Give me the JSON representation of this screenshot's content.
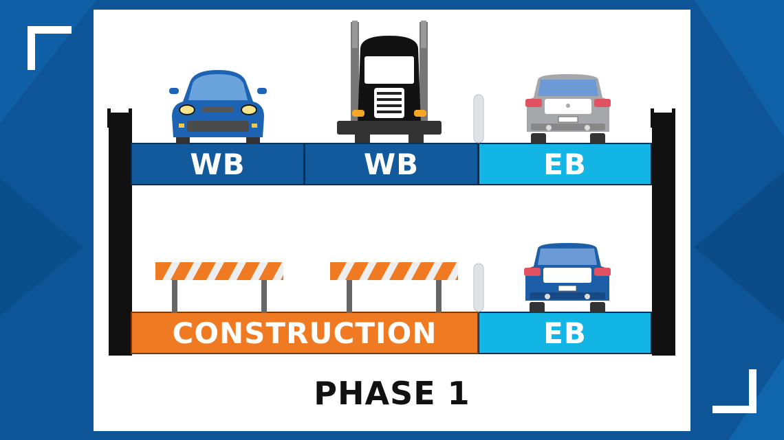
{
  "upper_deck": {
    "lanes": [
      {
        "label": "WB"
      },
      {
        "label": "WB"
      },
      {
        "label": "EB"
      }
    ]
  },
  "lower_deck": {
    "lanes": [
      {
        "label": "CONSTRUCTION"
      },
      {
        "label": "EB"
      }
    ]
  },
  "caption": "PHASE 1",
  "colors": {
    "background": "#0d5596",
    "westbound_lane": "#135a9c",
    "eastbound_lane": "#13b5e4",
    "construction_lane": "#f07a22",
    "pillar": "#111111"
  }
}
